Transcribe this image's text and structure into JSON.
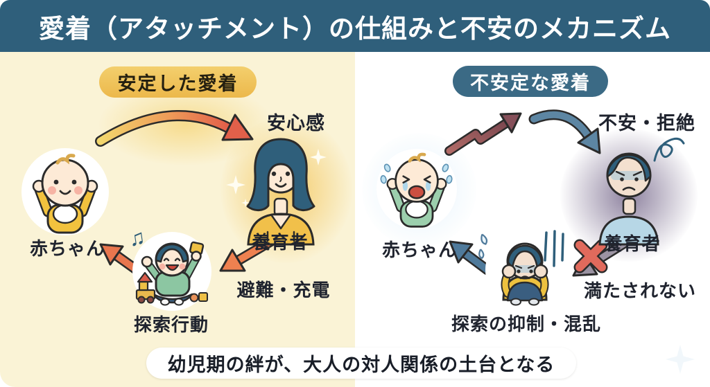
{
  "title": "愛着（アタッチメント）の仕組みと不安のメカニズム",
  "left_panel": {
    "badge_label": "安定した愛着",
    "baby_label": "赤ちゃん",
    "security_label": "安心感",
    "caregiver_label": "養育者",
    "refuge_label": "避難・充電",
    "exploration_label": "探索行動",
    "music_note": "♫"
  },
  "right_panel": {
    "badge_label": "不安定な愛着",
    "baby_label": "赤ちゃん",
    "anxiety_label": "不安・拒絶",
    "caregiver_label": "養育者",
    "unmet_label": "満たされない",
    "inhibition_label": "探索の抑制・混乱"
  },
  "footer": {
    "message": "幼児期の絆が、大人の対人関係の土台となる"
  },
  "colors": {
    "header_bg": "#2f5f7b",
    "left_panel_bg": "#faf3d6",
    "right_panel_bg": "#cbe3f0",
    "secure_badge_bg": "#eec155",
    "insecure_badge_bg": "#3b6a85",
    "secure_arrow": "#e8764e",
    "insecure_arrow": "#5d86a3",
    "broken_arrow": "#94575c",
    "blocked_x": "#e06a5c"
  }
}
